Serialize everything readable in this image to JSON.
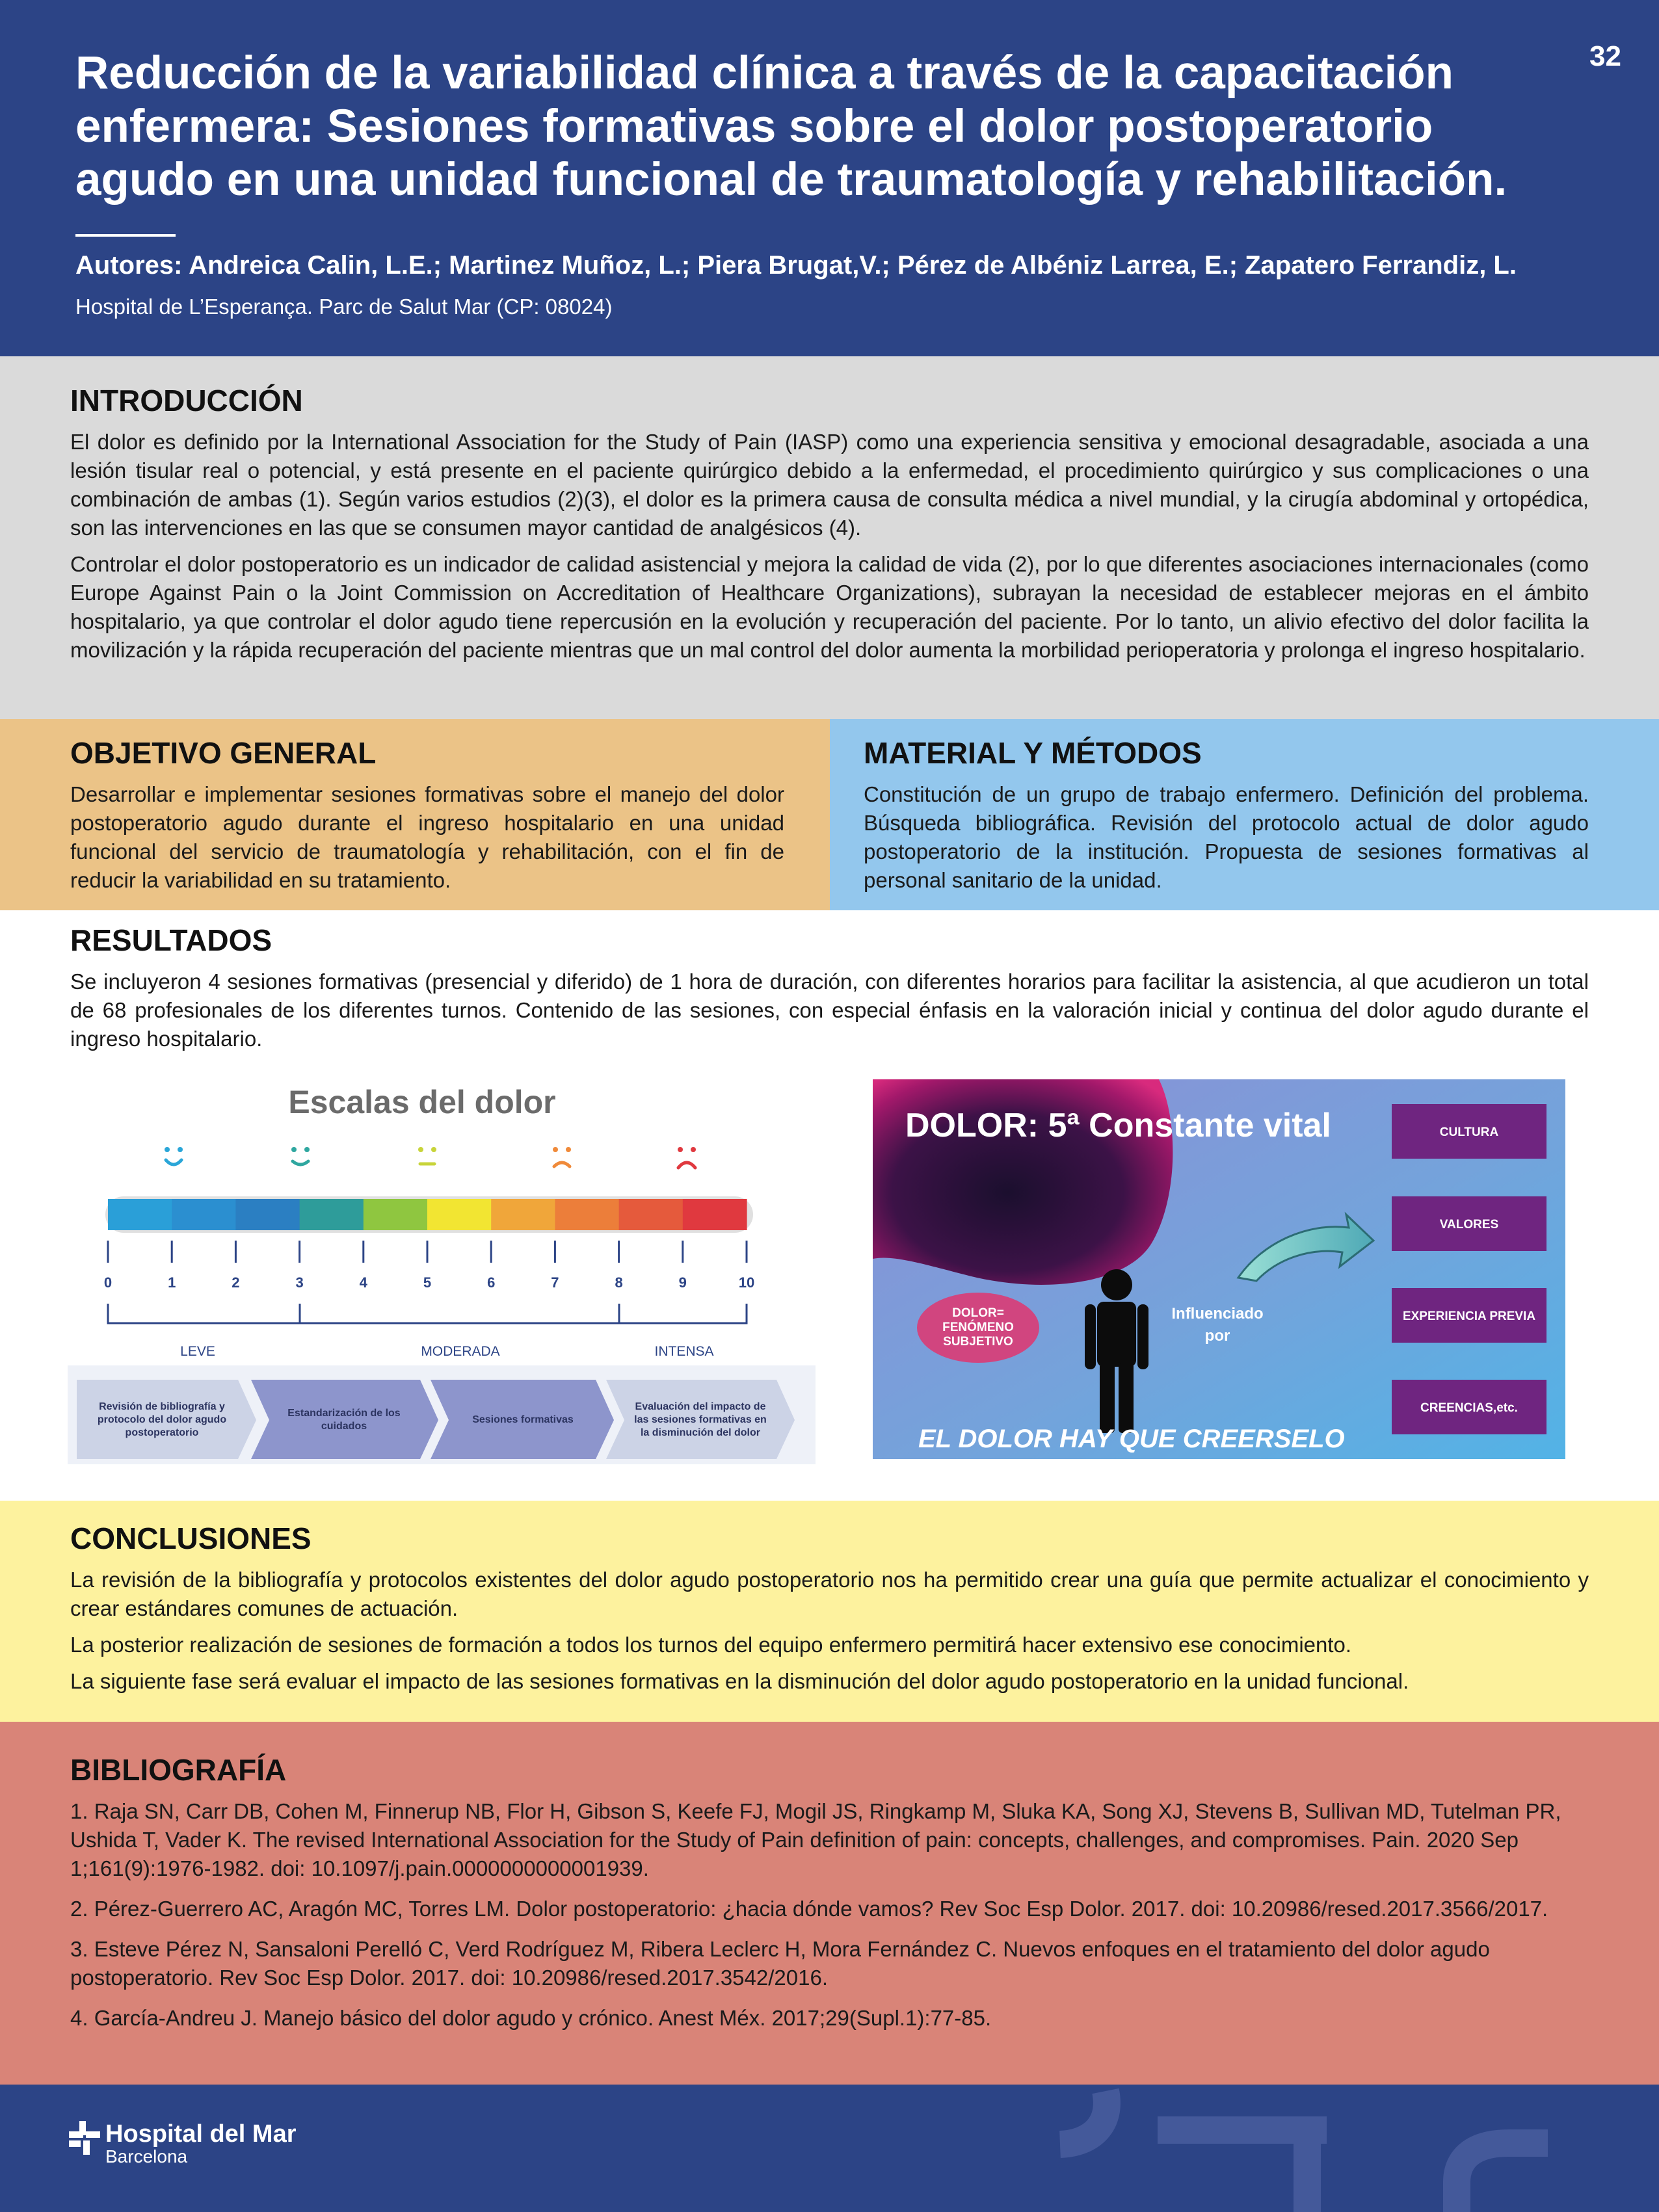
{
  "header": {
    "page_number": "32",
    "title": "Reducción de la variabilidad clínica a través de la capacitación enfermera: Sesiones formativas sobre el dolor postoperatorio agudo en una unidad funcional de traumatología y rehabilitación.",
    "authors": "Autores: Andreica Calin, L.E.; Martinez Muñoz, L.; Piera Brugat,V.; Pérez de Albéniz Larrea, E.; Zapatero Ferrandiz, L.",
    "hospital": "Hospital de L’Esperança. Parc de Salut Mar (CP: 08024)"
  },
  "introduccion": {
    "title": "INTRODUCCIÓN",
    "p1": "El dolor es definido por la International Association for the Study of Pain (IASP) como una experiencia sensitiva y emocional desagradable, asociada a una lesión tisular real o potencial, y está presente en el paciente quirúrgico debido a la enfermedad, el procedimiento quirúrgico y sus complicaciones o una combinación de ambas (1). Según varios estudios (2)(3), el dolor es la primera causa de consulta médica a nivel mundial, y la cirugía abdominal y ortopédica, son las intervenciones en las que se consumen mayor cantidad de analgésicos (4).",
    "p2": "Controlar el dolor postoperatorio es un indicador de calidad asistencial y mejora la calidad de vida (2), por lo que diferentes asociaciones internacionales (como Europe Against Pain o la Joint Commission on Accreditation of Healthcare Organizations), subrayan la necesidad de establecer mejoras en el ámbito hospitalario, ya que controlar el dolor agudo tiene repercusión en la evolución y recuperación del paciente. Por lo tanto, un alivio efectivo del dolor facilita la movilización y la rápida recuperación del paciente mientras que un mal control del dolor aumenta la morbilidad perioperatoria y prolonga el ingreso hospitalario."
  },
  "objetivo": {
    "title": "OBJETIVO GENERAL",
    "text": "Desarrollar e implementar sesiones formativas sobre el manejo del dolor postoperatorio agudo durante el ingreso hospitalario en una unidad funcional del servicio de traumatología y rehabilitación, con el fin de reducir la variabilidad en su tratamiento."
  },
  "material": {
    "title": "MATERIAL Y MÉTODOS",
    "text": "Constitución de un grupo de trabajo enfermero. Definición del problema. Búsqueda bibliográfica. Revisión del protocolo actual de dolor agudo postoperatorio de la institución. Propuesta de sesiones formativas al personal sanitario de la unidad."
  },
  "resultados": {
    "title": "RESULTADOS",
    "text": "Se incluyeron 4 sesiones formativas (presencial y diferido) de 1 hora de duración, con diferentes horarios para facilitar la asistencia, al que acudieron un total de 68 profesionales de los diferentes turnos. Contenido de las sesiones, con especial énfasis en la valoración inicial y continua del dolor agudo durante el ingreso hospitalario."
  },
  "pain_scale": {
    "title": "Escalas del dolor",
    "ticks": [
      "0",
      "1",
      "2",
      "3",
      "4",
      "5",
      "6",
      "7",
      "8",
      "9",
      "10"
    ],
    "segment_colors": [
      "#2a9fd8",
      "#2b8fd0",
      "#2b7fc2",
      "#2e9c9a",
      "#8fc640",
      "#f2e532",
      "#f0a63a",
      "#ec7e3a",
      "#e55a3c",
      "#e0393f"
    ],
    "face_colors": [
      "#2aa6d8",
      "#2fa7a0",
      "#c8d43a",
      "#f08a3a",
      "#e0393f"
    ],
    "categories": [
      "LEVE",
      "MODERADA",
      "INTENSA"
    ],
    "steps": [
      "Revisión de bibliografía y protocolo del dolor agudo postoperatorio",
      "Estandarización de los cuidados",
      "Sesiones formativas",
      "Evaluación del impacto de las sesiones formativas en la disminución del dolor"
    ]
  },
  "dolor_graphic": {
    "title": "DOLOR: 5ª Constante vital",
    "bubble": "DOLOR= FENÓMENO SUBJETIVO",
    "influence": "Influenciado por",
    "factors": [
      "CULTURA",
      "VALORES",
      "EXPERIENCIA PREVIA",
      "CREENCIAS,etc."
    ],
    "slogan": "EL DOLOR HAY QUE CREERSELO"
  },
  "conclusiones": {
    "title": "CONCLUSIONES",
    "p1": "La revisión de la bibliografía y protocolos existentes del dolor agudo postoperatorio nos ha permitido crear una guía que permite actualizar el conocimiento y crear estándares comunes de actuación.",
    "p2": "La posterior realización de sesiones de formación a todos los turnos del equipo enfermero permitirá hacer extensivo ese conocimiento.",
    "p3": "La siguiente fase será evaluar el impacto de las sesiones formativas en la disminución del dolor agudo postoperatorio en la unidad funcional."
  },
  "bibliografia": {
    "title": "BIBLIOGRAFÍA",
    "refs": [
      "1. Raja SN, Carr DB, Cohen M, Finnerup NB, Flor H, Gibson S, Keefe FJ, Mogil JS, Ringkamp M, Sluka KA, Song XJ, Stevens B, Sullivan MD, Tutelman PR, Ushida T, Vader K. The revised International Association for the Study of Pain definition of pain: concepts, challenges, and compromises. Pain. 2020 Sep 1;161(9):1976-1982. doi: 10.1097/j.pain.0000000000001939.",
      "2. Pérez-Guerrero AC, Aragón MC, Torres LM. Dolor postoperatorio: ¿hacia dónde vamos? Rev Soc Esp Dolor. 2017. doi: 10.20986/resed.2017.3566/2017.",
      "3. Esteve Pérez N, Sansaloni Perelló C, Verd Rodríguez M, Ribera Leclerc H, Mora Fernández C. Nuevos enfoques en el tratamiento del dolor agudo postoperatorio. Rev Soc Esp Dolor. 2017. doi: 10.20986/resed.2017.3542/2016.",
      "4. García-Andreu J. Manejo básico del dolor agudo y crónico. Anest Méx. 2017;29(Supl.1):77-85."
    ]
  },
  "footer": {
    "logo_name": "Hospital del Mar",
    "logo_city": "Barcelona"
  },
  "colors": {
    "navy": "#2c4486",
    "purple_box": "#6f2580",
    "pink_bubble": "#d1457f"
  }
}
